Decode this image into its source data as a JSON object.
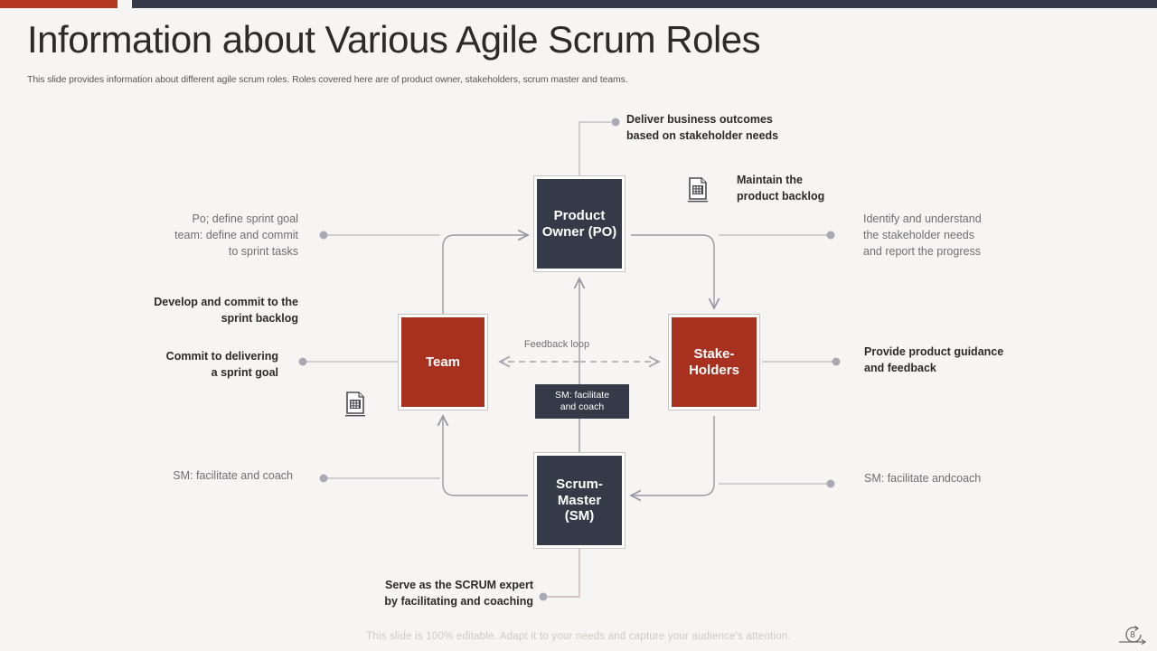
{
  "header": {
    "title": "Information about Various Agile Scrum Roles",
    "subtitle": "This slide provides information about different agile scrum roles. Roles covered here are of product owner, stakeholders, scrum master and teams."
  },
  "theme": {
    "accent_red": "#b5391f",
    "accent_dark": "#343a47",
    "box_red": "#a8301e",
    "background": "#f7f5f3",
    "connector": "#9a9aa5"
  },
  "diagram": {
    "type": "cycle-diagram",
    "boxes": [
      {
        "id": "product-owner",
        "label": "Product\nOwner (PO)",
        "color": "#343a47"
      },
      {
        "id": "team",
        "label": "Team",
        "color": "#a8301e"
      },
      {
        "id": "stake-holders",
        "label": "Stake-\nHolders",
        "color": "#a8301e"
      },
      {
        "id": "scrum-master",
        "label": "Scrum-\nMaster\n(SM)",
        "color": "#343a47"
      }
    ],
    "feedback_label": "Feedback loop",
    "sm_note": "SM: facilitate\nand coach"
  },
  "callouts": {
    "deliver": "Deliver business outcomes\nbased on stakeholder needs",
    "maintain": "Maintain the\nproduct backlog",
    "identify": "Identify and understand\nthe stakeholder needs\nand report the progress",
    "guidance": "Provide product guidance\nand feedback",
    "sm_right": "SM: facilitate andcoach",
    "po_team": "Po; define sprint goal\nteam: define and commit\nto sprint tasks",
    "develop": "Develop and commit to the\nsprint backlog",
    "commit": "Commit to delivering\na sprint goal",
    "sm_left": "SM: facilitate and coach",
    "serve": "Serve as the SCRUM expert\nby facilitating and coaching"
  },
  "icons": {
    "backlog_top": "document-backlog-icon",
    "backlog_left": "document-backlog-icon",
    "page_badge": "cycle-arrow-icon"
  },
  "footer": {
    "note": "This slide is 100% editable. Adapt it to your needs and capture your audience's attention.",
    "page_number": "8"
  }
}
